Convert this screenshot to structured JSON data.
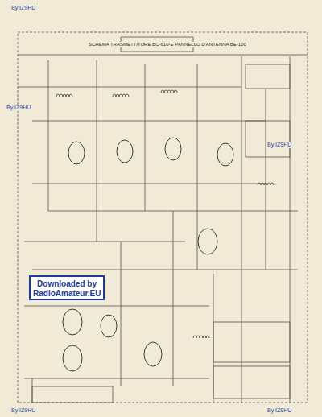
{
  "diagram": {
    "title": "SCHEMA TRASMETTITORE BC-610-E PANNELLO D'ANTENNA BE-100",
    "nodes": [
      {
        "text": [
          "Downloaded by RadioAmateur.EU"
        ]
      }
    ],
    "labels": [
      "By IZ9HU",
      "By IZ9HU",
      "By IZ9HU",
      "By IZ9HU",
      "By IZ9HU"
    ]
  }
}
